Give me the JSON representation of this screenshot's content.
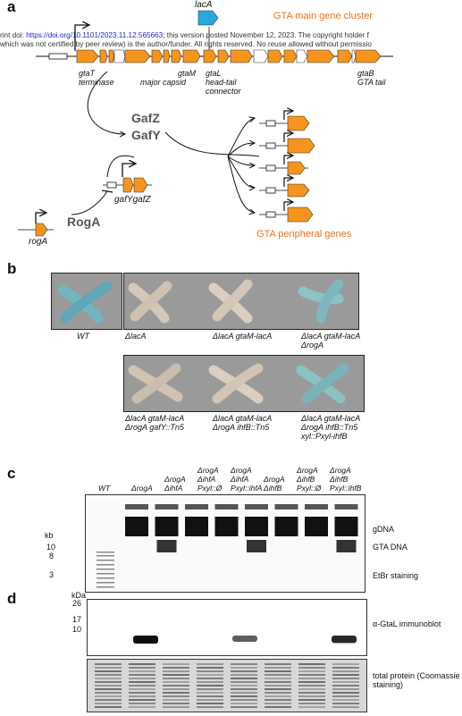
{
  "panels": {
    "a": "a",
    "b": "b",
    "c": "c",
    "d": "d"
  },
  "watermark": {
    "line1_prefix": "rint doi: ",
    "doi": "https://doi.org/10.1101/2023.11.12.565663",
    "line1_suffix": "; this version posted November 12, 2023. The copyright holder f",
    "line2": "which was not certified by peer review) is the author/funder. All rights reserved. No reuse allowed without permissio"
  },
  "panel_a": {
    "cluster_title": "GTA main gene cluster",
    "lacA": "lacA",
    "genes": [
      {
        "name": "gtaT",
        "desc": "terminase"
      },
      {
        "name": "gtaM",
        "desc": "major capsid"
      },
      {
        "name": "gtaL",
        "desc": "head-tail connector"
      },
      {
        "name": "gtaB",
        "desc": "GTA tail"
      }
    ],
    "gaf_label_1": "GafZ",
    "gaf_label_2": "GafY",
    "operon_label": "gafYgafZ",
    "rogA_protein": "RogA",
    "rogA_gene": "rogA",
    "peripheral_title": "GTA peripheral genes"
  },
  "panel_b": {
    "row1": [
      {
        "label": "WT"
      },
      {
        "label": "ΔlacA"
      },
      {
        "label": "ΔlacA gtaM-lacA"
      },
      {
        "label": "ΔlacA gtaM-lacA ΔrogA"
      }
    ],
    "row2": [
      {
        "label": "ΔlacA gtaM-lacA ΔrogA gafY::Tn5"
      },
      {
        "label": "ΔlacA gtaM-lacA ΔrogA ihfB::Tn5"
      },
      {
        "label": "ΔlacA gtaM-lacA ΔrogA ihfB::Tn5 xyl::Pxyl-ihfB"
      }
    ]
  },
  "panel_c": {
    "lanes": [
      "WT",
      "ΔrogA",
      "ΔrogA ΔihfA",
      "ΔrogA ΔihfA Pxyl::Ø",
      "ΔrogA ΔihfA Pxyl::ihfA",
      "ΔrogA ΔihfB",
      "ΔrogA ΔihfB Pxyl::Ø",
      "ΔrogA ΔihfB Pxyl::ihfB"
    ],
    "kb_label": "kb",
    "kb_ticks": [
      "10",
      "8",
      "3"
    ],
    "right_labels": [
      "gDNA",
      "GTA DNA",
      "EtBr staining"
    ],
    "gta_band_lanes": [
      false,
      true,
      false,
      false,
      true,
      false,
      false,
      true
    ]
  },
  "panel_d": {
    "kda_label": "kDa",
    "kda_ticks": [
      "26",
      "17",
      "10"
    ],
    "blot_label": "α-GtaL immunoblot",
    "gel_label": "total protein (Coomassie staining)",
    "gtaL_band": [
      0,
      1.0,
      0,
      0,
      0.5,
      0,
      0,
      0.85
    ]
  }
}
